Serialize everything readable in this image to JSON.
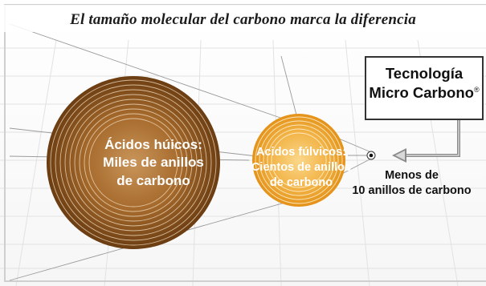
{
  "title": "El tamaño molecular del carbono marca la diferencia",
  "humic": {
    "line1": "Ácidos húicos:",
    "line2": "Miles de anillos",
    "line3": "de carbono"
  },
  "fulvic": {
    "line1": "Acidos fúlvicos:",
    "line2": "Cientos de anillos",
    "line3": "de carbono"
  },
  "tech": {
    "line1": "Tecnología",
    "line2": "Micro Carbono",
    "mark": "®"
  },
  "micro": {
    "line1": "Menos de",
    "line2": "10 anillos de carbono"
  },
  "colors": {
    "humic_center": "#c08a4e",
    "humic_edge": "#6b3d12",
    "fulvic_center": "#f6c56a",
    "fulvic_edge": "#e69a1c",
    "arrow": "#8a8a8a",
    "background_grid": "#e4e4e4"
  }
}
